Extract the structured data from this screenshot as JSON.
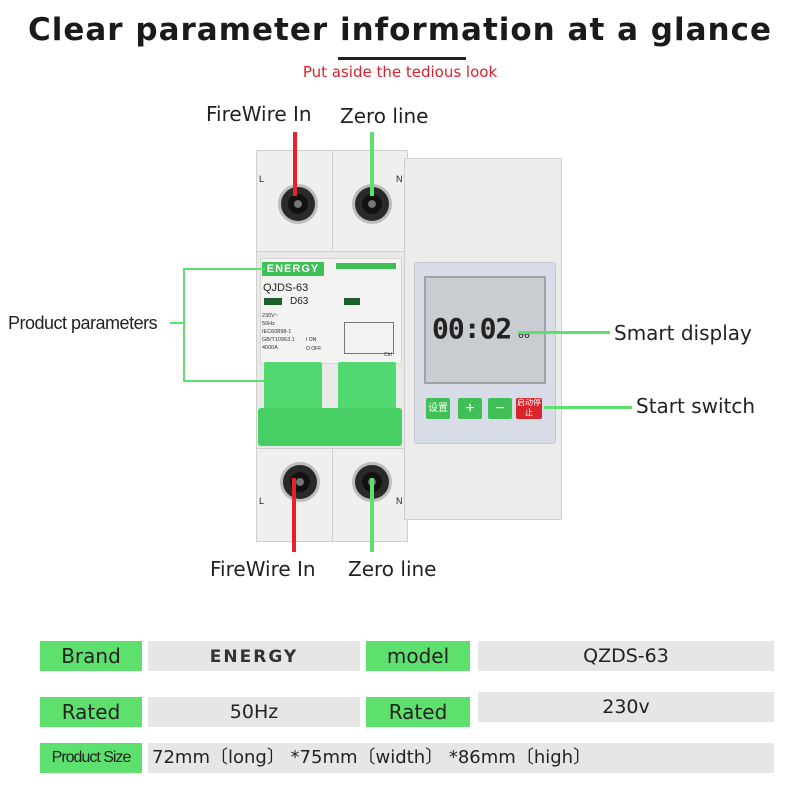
{
  "header": {
    "title": "Clear parameter information at a glance",
    "subtitle": "Put aside the tedious look"
  },
  "callouts": {
    "firewire_in_top": "FireWire In",
    "zero_line_top": "Zero line",
    "product_parameters": "Product parameters",
    "smart_display": "Smart display",
    "start_switch": "Start switch",
    "firewire_in_bottom": "FireWire In",
    "zero_line_bottom": "Zero line"
  },
  "device": {
    "label_l": "L",
    "label_n": "N",
    "brand": "ENERGY",
    "model": "QJDS-63",
    "rating": "D63",
    "spec_lines": [
      "230V~",
      "50Hz",
      "IEC60898-1",
      "GB/T10963.1",
      "4000A"
    ],
    "on_label": "I ON",
    "off_label": "O OFF",
    "ctrl_label": "Ctrl",
    "display_time": "00:02",
    "display_sub": "00",
    "buttons": [
      "设置",
      "+",
      "−",
      "启动停止"
    ]
  },
  "spec_table": {
    "row1": {
      "label1": "Brand",
      "value1": "ENERGY",
      "label2": "model",
      "value2": "QZDS-63"
    },
    "row2": {
      "label1": "Rated",
      "value1": "50Hz",
      "label2": "Rated",
      "value2": "230v"
    },
    "row3": {
      "label": "Product Size",
      "value": "72mm〔long〕 *75mm〔width〕 *86mm〔high〕"
    }
  },
  "colors": {
    "accent_green": "#5ee06e",
    "accent_red": "#e8202a",
    "subtitle_red": "#e0202e"
  }
}
